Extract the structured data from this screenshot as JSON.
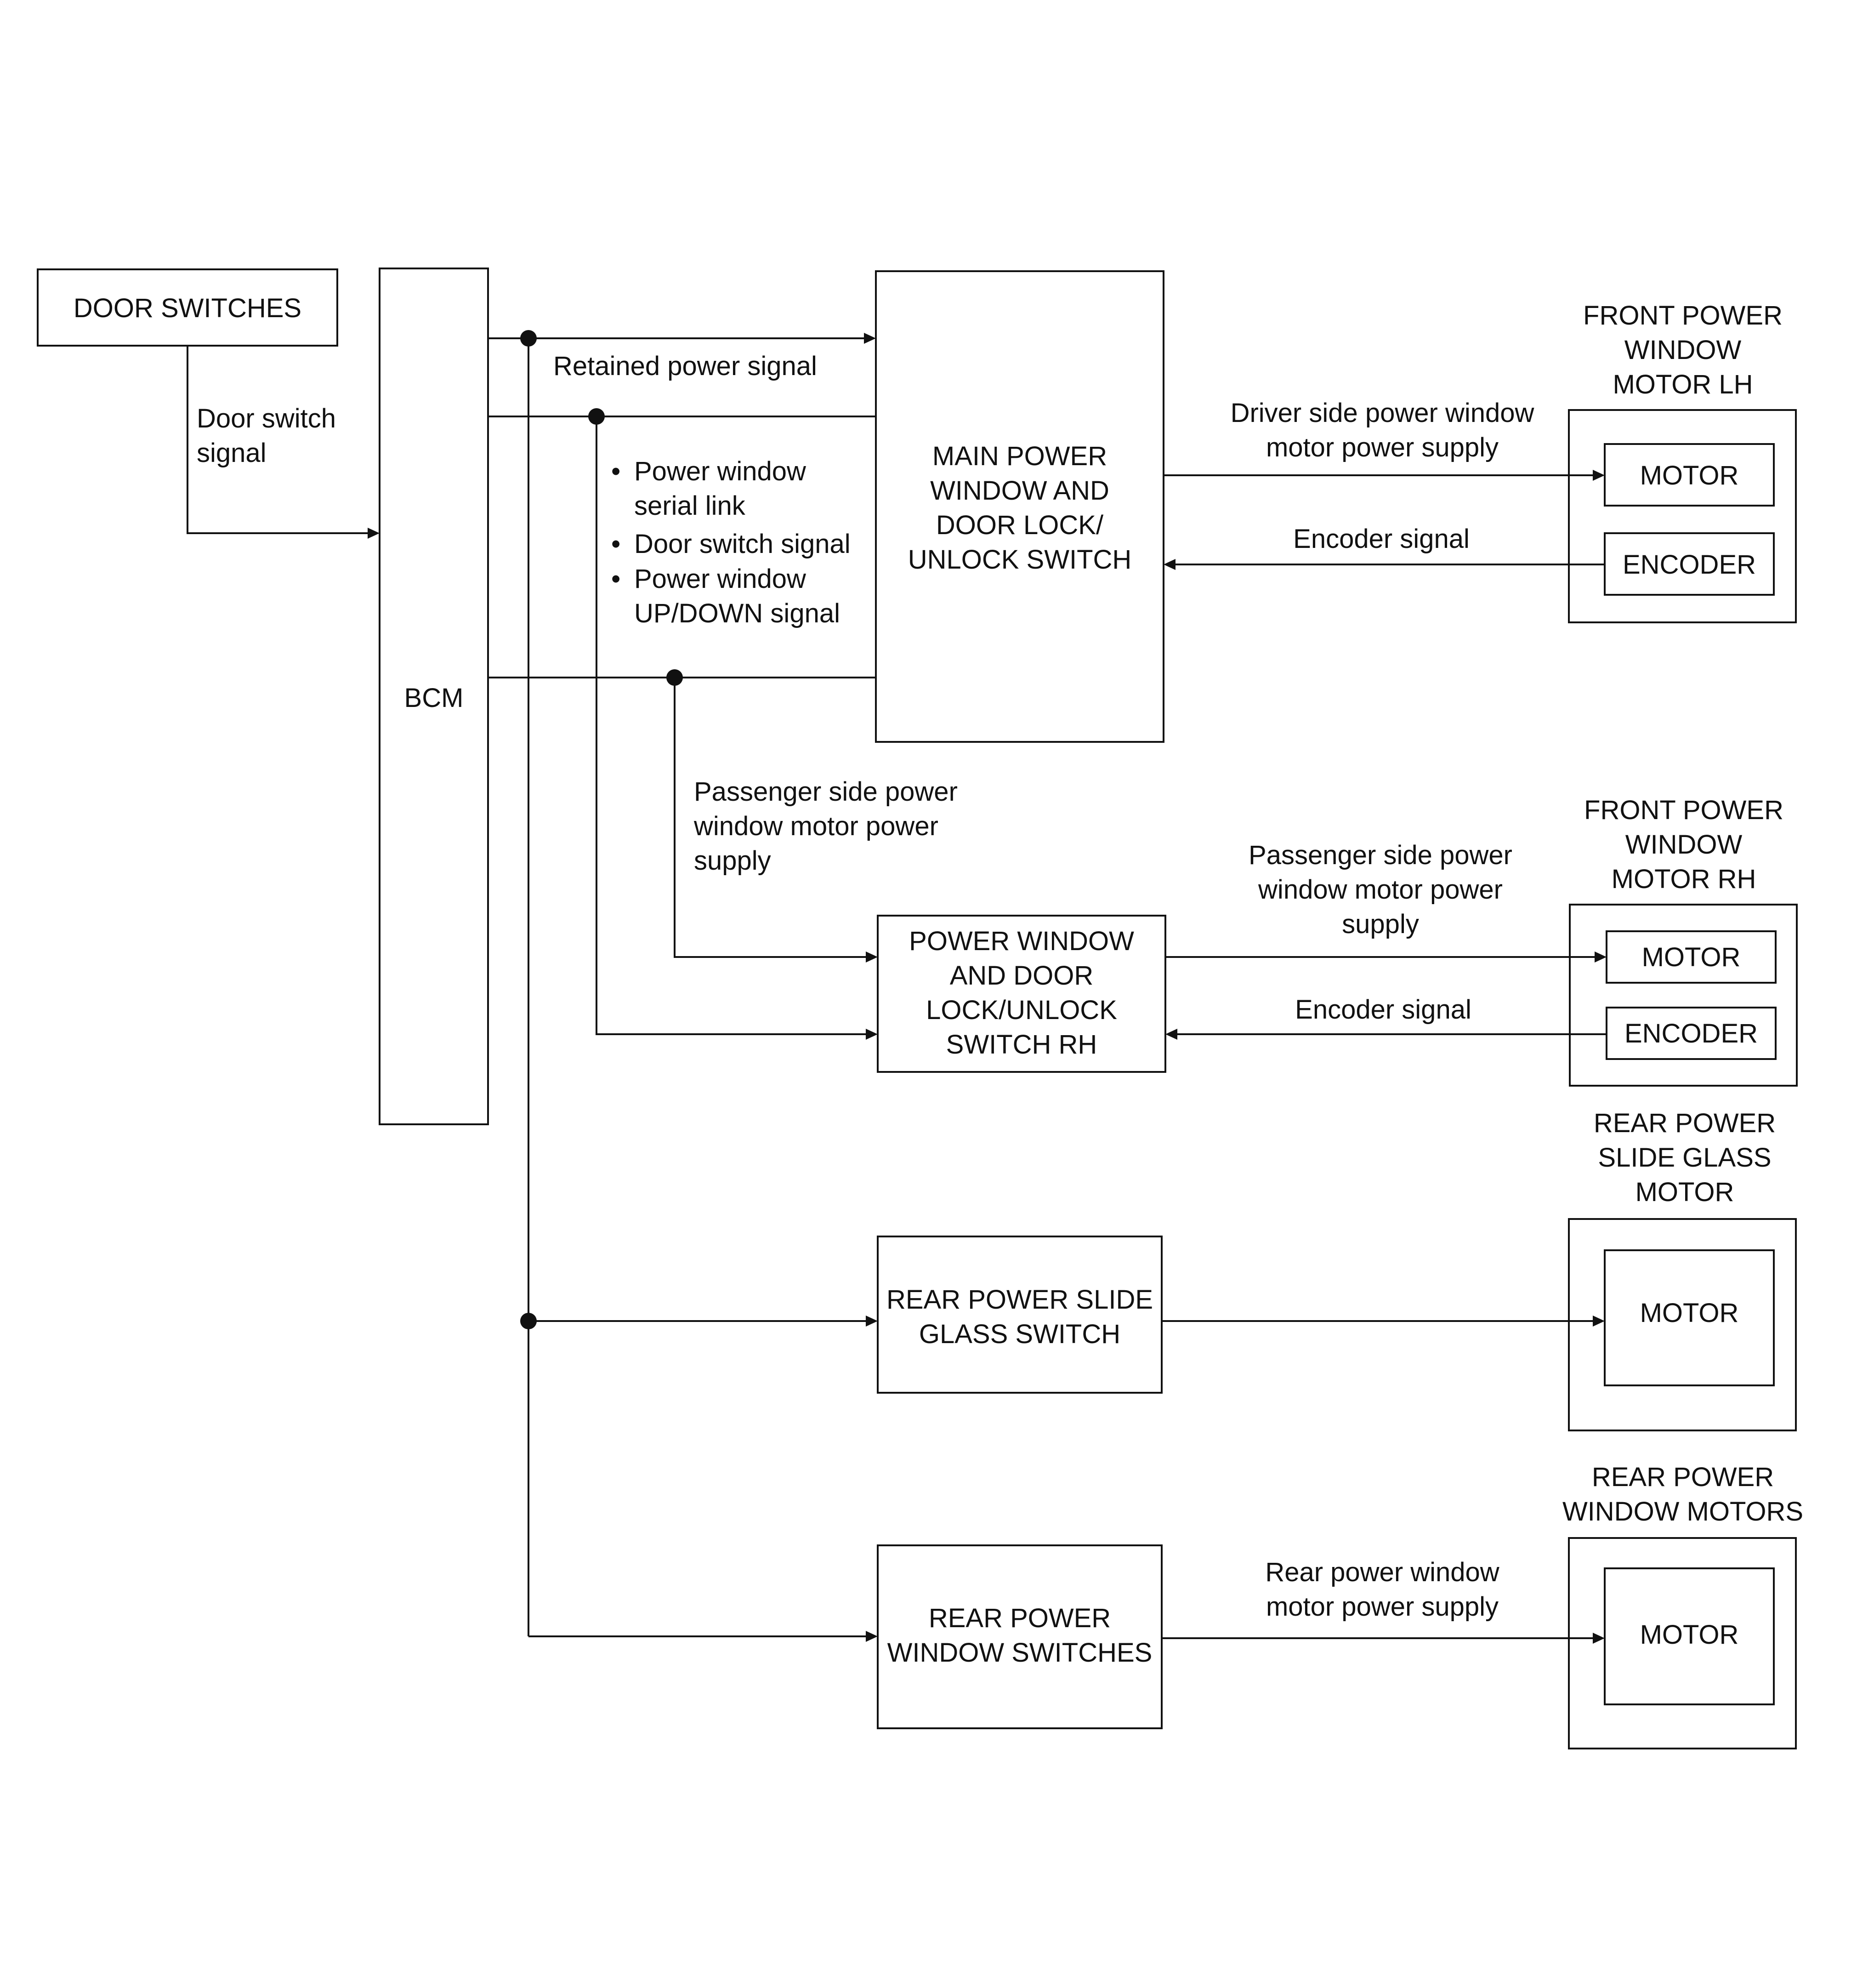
{
  "blocks": {
    "door_switches": "DOOR SWITCHES",
    "bcm": "BCM",
    "main_switch": [
      "MAIN POWER",
      "WINDOW AND",
      "DOOR LOCK/",
      "UNLOCK SWITCH"
    ],
    "rh_switch": [
      "POWER WINDOW",
      "AND DOOR",
      "LOCK/UNLOCK",
      "SWITCH RH"
    ],
    "rear_slide_switch": [
      "REAR POWER SLIDE",
      "GLASS SWITCH"
    ],
    "rear_window_switches": [
      "REAR POWER",
      "WINDOW SWITCHES"
    ]
  },
  "motors": {
    "front_lh": {
      "title": [
        "FRONT POWER",
        "WINDOW",
        "MOTOR LH"
      ],
      "motor": "MOTOR",
      "encoder": "ENCODER"
    },
    "front_rh": {
      "title": [
        "FRONT POWER",
        "WINDOW",
        "MOTOR RH"
      ],
      "motor": "MOTOR",
      "encoder": "ENCODER"
    },
    "rear_slide": {
      "title": [
        "REAR POWER",
        "SLIDE GLASS",
        "MOTOR"
      ],
      "motor": "MOTOR"
    },
    "rear_windows": {
      "title": [
        "REAR POWER",
        "WINDOW MOTORS"
      ],
      "motor": "MOTOR"
    }
  },
  "signals": {
    "door_switch_signal": [
      "Door switch",
      "signal"
    ],
    "retained_power": "Retained power signal",
    "bus_bullets": [
      "Power window",
      "serial link",
      "Door switch signal",
      "Power window",
      "UP/DOWN signal"
    ],
    "bullet": "•",
    "passenger_supply_left": [
      "Passenger side power",
      "window motor power",
      "supply"
    ],
    "driver_supply": [
      "Driver side power window",
      "motor power supply"
    ],
    "encoder_lh": "Encoder signal",
    "passenger_supply_right": [
      "Passenger side power",
      "window motor power",
      "supply"
    ],
    "encoder_rh": "Encoder signal",
    "rear_supply": [
      "Rear power window",
      "motor power supply"
    ]
  }
}
